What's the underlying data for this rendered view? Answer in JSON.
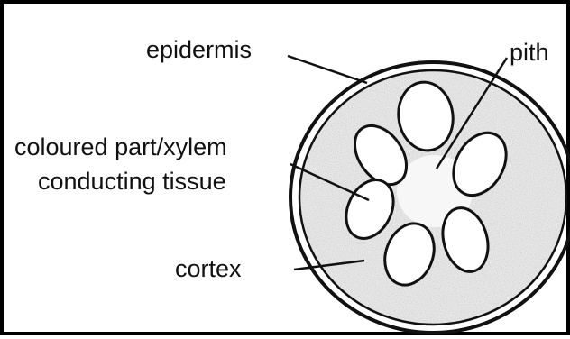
{
  "diagram": {
    "labels": {
      "epidermis": "epidermis",
      "pith": "pith",
      "xylem_line1": "coloured part/xylem",
      "xylem_line2": "conducting tissue",
      "cortex": "cortex"
    },
    "vascular_bundle_count": 6
  }
}
